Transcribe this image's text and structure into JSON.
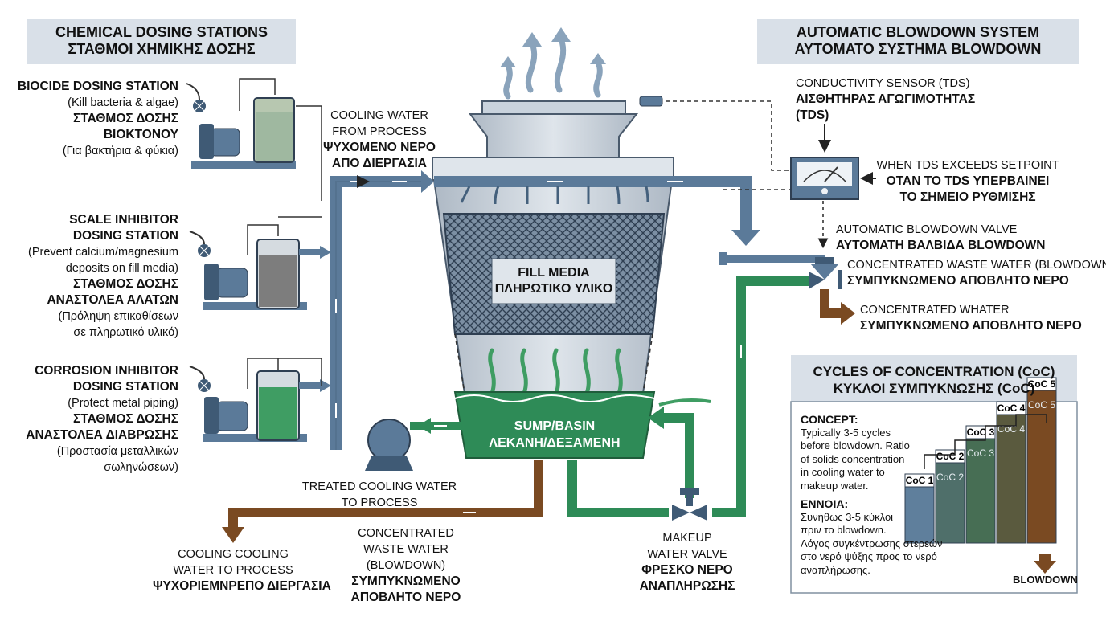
{
  "dosing_header": {
    "line1": "CHEMICAL DOSING STATIONS",
    "line2": "ΣΤΑΘΜΟΙ ΧΗΜΙΚΗΣ ΔΟΣΗΣ"
  },
  "blowdown_header": {
    "line1": "AUTOMATIC BLOWDOWN SYSTEM",
    "line2": "ΑΥΤΟΜΑΤΟ ΣΥΣΤΗΜΑ BLOWDOWN"
  },
  "biocide": {
    "l1": "BIOCIDE DOSING STATION",
    "l2": "(Kill bacteria & algae)",
    "l3": "ΣΤΑΘΜΟΣ ΔΟΣΗΣ",
    "l4": "ΒΙΟΚΤΟΝΟΥ",
    "l5": "(Για βακτήρια & φύκια)"
  },
  "scale": {
    "l1": "SCALE INHIBITOR",
    "l2": "DOSING STATION",
    "l3": "(Prevent calcium/magnesium",
    "l4": "deposits on fill media)",
    "l5": "ΣΤΑΘΜΟΣ ΔΟΣΗΣ",
    "l6": "ΑΝΑΣΤΟΛΕΑ ΑΛΑΤΩΝ",
    "l7": "(Πρόληψη επικαθίσεων",
    "l8": "σε πληρωτικό υλικό)"
  },
  "corrosion": {
    "l1": "CORROSION INHIBITOR",
    "l2": "DOSING STATION",
    "l3": "(Protect metal piping)",
    "l4": "ΣΤΑΘΜΟΣ ΔΟΣΗΣ",
    "l5": "ΑΝΑΣΤΟΛΕΑ ΔΙΑΒΡΩΣΗΣ",
    "l6": "(Προστασία μεταλλικών",
    "l7": "σωληνώσεων)"
  },
  "inlet": {
    "l1": "COOLING WATER",
    "l2": "FROM PROCESS",
    "l3": "ΨΥΧΟΜΕΝΟ ΝΕΡΟ",
    "l4": "ΑΠΟ ΔΙΕΡΓΑΣΙΑ"
  },
  "fill_media": {
    "l1": "FILL MEDIA",
    "l2": "ΠΛΗΡΩΤΙΚΟ ΥΛΙΚΟ"
  },
  "sump": {
    "l1": "SUMP/BASIN",
    "l2": "ΛΕΚΑΝΗ/ΔΕΞΑΜΕΝΗ"
  },
  "treated": {
    "l1": "TREATED COOLING WATER",
    "l2": "TO PROCESS"
  },
  "cooling_out": {
    "l1": "COOLING COOLING",
    "l2": "WATER TO PROCESS",
    "l3": "ΨΥΧΟΡΙΕΜΝΡΕΠΟ ΔΙΕΡΓΑΣΙΑ"
  },
  "waste_bottom": {
    "l1": "CONCENTRATED",
    "l2": "WASTE WATER",
    "l3": "(BLOWDOWN)",
    "l4": "ΣΥΜΠΥΚΝΩΜΕΝΟ",
    "l5": "ΑΠΟΒΛΗΤΟ ΝΕΡΟ"
  },
  "makeup": {
    "l1": "MAKEUP",
    "l2": "WATER VALVE",
    "l3": "ΦΡΕΣΚΟ ΝΕΡΟ",
    "l4": "ΑΝΑΠΛΗΡΩΣΗΣ"
  },
  "sensor": {
    "l1": "CONDUCTIVITY SENSOR (TDS)",
    "l2": "ΑΙΣΘΗΤΗΡΑΣ ΑΓΩΓΙΜΟΤΗΤΑΣ",
    "l3": "(TDS)"
  },
  "setpoint": {
    "l1": "WHEN TDS EXCEEDS SETPOINT",
    "l2": "ΟΤΑΝ ΤΟ TDS ΥΠΕΡΒΑΙΝΕΙ",
    "l3": "ΤΟ ΣΗΜΕΙΟ ΡΥΘΜΙΣΗΣ"
  },
  "bd_valve": {
    "l1": "AUTOMATIC BLOWDOWN VALVE",
    "l2": "ΑΥΤΟΜΑΤΗ ΒΑΛΒΙΔΑ BLOWDOWN"
  },
  "conc_waste": {
    "l1": "CONCENTRATED WASTE WATER (BLOWDOWN)",
    "l2": "ΣΥΜΠΥΚΝΩΜΕΝΟ ΑΠΟΒΛΗΤΟ ΝΕΡΟ"
  },
  "conc_whater": {
    "l1": "CONCENTRATED WHATER",
    "l2": "ΣΥΜΠΥΚΝΩΜΕΝΟ ΑΠΟΒΛΗΤΟ ΝΕΡΟ"
  },
  "coc": {
    "title1": "CYCLES OF CONCENTRATION (CoC)",
    "title2": "ΚΥΚΛΟΙ ΣΥΜΠΥΚΝΩΣΗΣ (CoC)",
    "concept_head": "CONCEPT:",
    "concept": [
      "Typically 3-5 cycles",
      "before blowdown. Ratio",
      "of solids concentration",
      "in cooling water to",
      "makeup water."
    ],
    "ennoia_head": "ΕΝΝΟΙΑ:",
    "ennoia": [
      "Συνήθως 3-5 κύκλοι",
      "πριν το blowdown.",
      "Λόγος συγκέντρωσης στερεών",
      "στο νερό ψύξης προς το νερό",
      "αναπλήρωσης."
    ],
    "blowdown": "BLOWDOWN",
    "bars": [
      {
        "label": "CoC 1",
        "level": 1
      },
      {
        "label": "CoC 2",
        "level": 2
      },
      {
        "label": "CoC 3",
        "level": 3
      },
      {
        "label": "CoC 4",
        "level": 4
      },
      {
        "label": "CoC 5",
        "level": 5
      }
    ]
  },
  "colors": {
    "pipe_blue": "#5b7a99",
    "pipe_green": "#2e8b57",
    "pipe_brown": "#7a4a22",
    "tower": "#c9d3dd",
    "header_bg": "#d9e0e8"
  }
}
